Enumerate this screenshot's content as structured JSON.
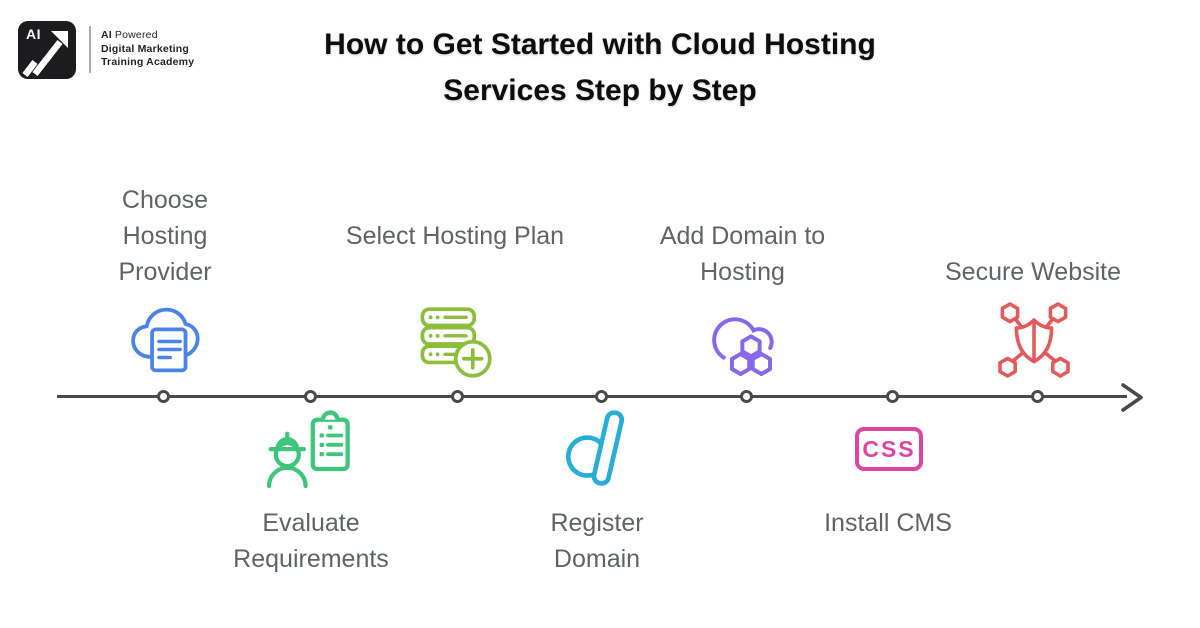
{
  "header": {
    "logo": {
      "badge_text": "AI",
      "tagline_bold": "AI",
      "tagline_rest": "Powered",
      "line2": "Digital Marketing",
      "line3": "Training Academy"
    },
    "title_line1": "How to Get Started with Cloud Hosting",
    "title_line2": "Services Step by Step"
  },
  "timeline": {
    "direction": "left-to-right",
    "line_color": "#4a4a4a",
    "node_count": 7
  },
  "steps": [
    {
      "label": "Choose Hosting Provider",
      "position": "above",
      "icon": "cloud-document-icon",
      "color": "#4a84e8"
    },
    {
      "label": "Evaluate Requirements",
      "position": "below",
      "icon": "engineer-clipboard-icon",
      "color": "#3ec57c"
    },
    {
      "label": "Select Hosting Plan",
      "position": "above",
      "icon": "server-stack-plus-icon",
      "color": "#8cbd3c"
    },
    {
      "label": "Register Domain",
      "position": "below",
      "icon": "domain-registrar-icon",
      "color": "#27aed6"
    },
    {
      "label": "Add Domain to Hosting",
      "position": "above",
      "icon": "cloud-hexagons-icon",
      "color": "#8767ec"
    },
    {
      "label": "Install CMS",
      "position": "below",
      "icon": "css-box-icon",
      "color": "#de44a1",
      "icon_text": "CSS"
    },
    {
      "label": "Secure Website",
      "position": "above",
      "icon": "shield-network-icon",
      "color": "#e25a5a"
    }
  ]
}
